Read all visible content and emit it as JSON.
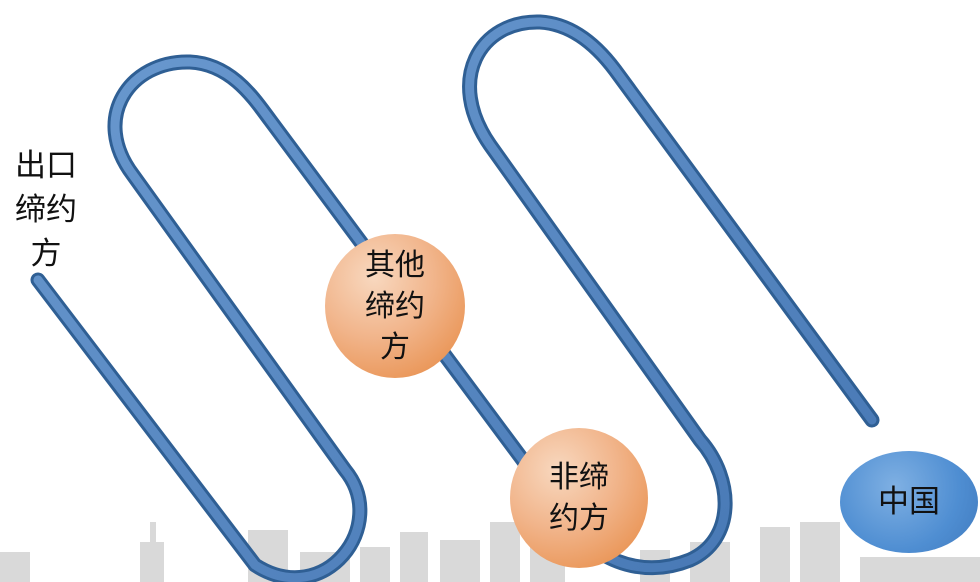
{
  "diagram": {
    "start_label": "出口\n缔约\n方",
    "nodes": {
      "other": "其他\n缔约\n方",
      "non": "非缔\n约方",
      "china": "中国"
    }
  },
  "colors": {
    "path": "#4f81bd",
    "path_dark": "#2f5f94",
    "orange": "#f1b48a",
    "blue_node": "#4f8ed2",
    "skyline": "#d5d5d5"
  }
}
